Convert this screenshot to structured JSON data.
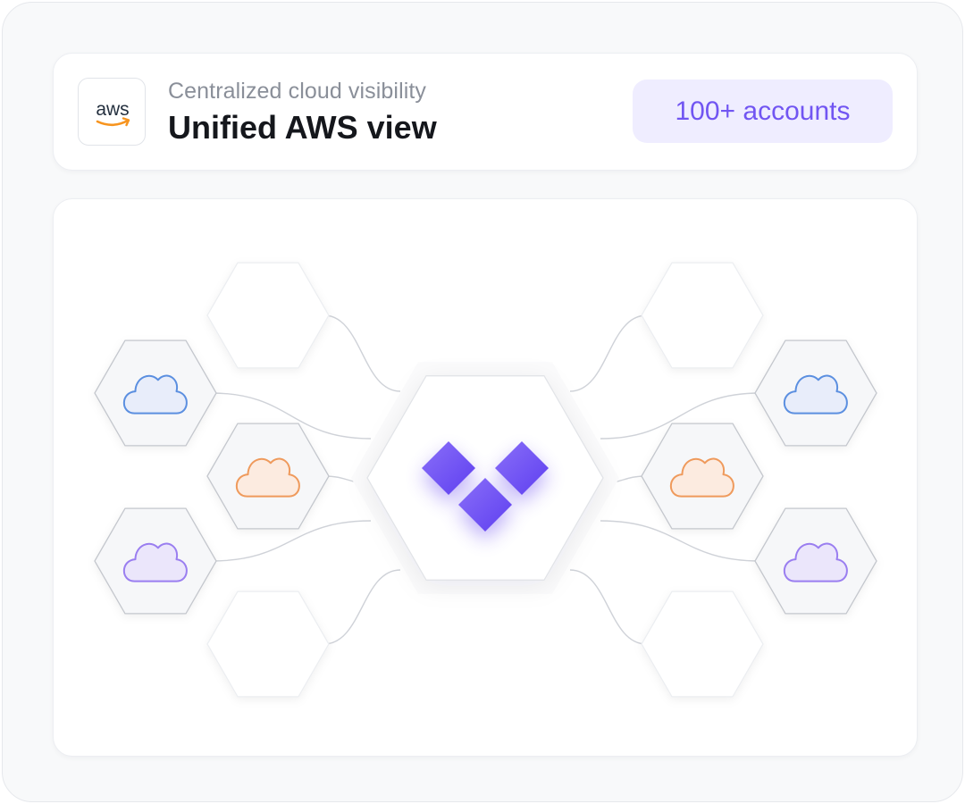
{
  "header": {
    "logo": {
      "icon": "aws-logo-icon",
      "text": "aws"
    },
    "subtitle": "Centralized cloud visibility",
    "title": "Unified AWS view",
    "badge": "100+ accounts"
  },
  "diagram": {
    "hub": {
      "icon": "brand-tiles-icon",
      "color": "#6d4ef0"
    },
    "left_nodes": [
      {
        "icon": "empty"
      },
      {
        "icon": "cloud-icon",
        "color": "#5b8fe0",
        "fill": "#e8edfa"
      },
      {
        "icon": "cloud-icon",
        "color": "#ef9a5c",
        "fill": "#fcebe0"
      },
      {
        "icon": "cloud-icon",
        "color": "#9a7ef0",
        "fill": "#ebe6fb"
      },
      {
        "icon": "empty"
      }
    ],
    "right_nodes": [
      {
        "icon": "empty"
      },
      {
        "icon": "cloud-icon",
        "color": "#5b8fe0",
        "fill": "#e8edfa"
      },
      {
        "icon": "cloud-icon",
        "color": "#ef9a5c",
        "fill": "#fcebe0"
      },
      {
        "icon": "cloud-icon",
        "color": "#9a7ef0",
        "fill": "#ebe6fb"
      },
      {
        "icon": "empty"
      }
    ]
  },
  "colors": {
    "accent": "#7155f2",
    "badge_bg": "#efedff",
    "connector": "#cfd2d8",
    "hex_stroke_active": "#c4c7cd",
    "hex_stroke_empty": "#eceef1"
  }
}
